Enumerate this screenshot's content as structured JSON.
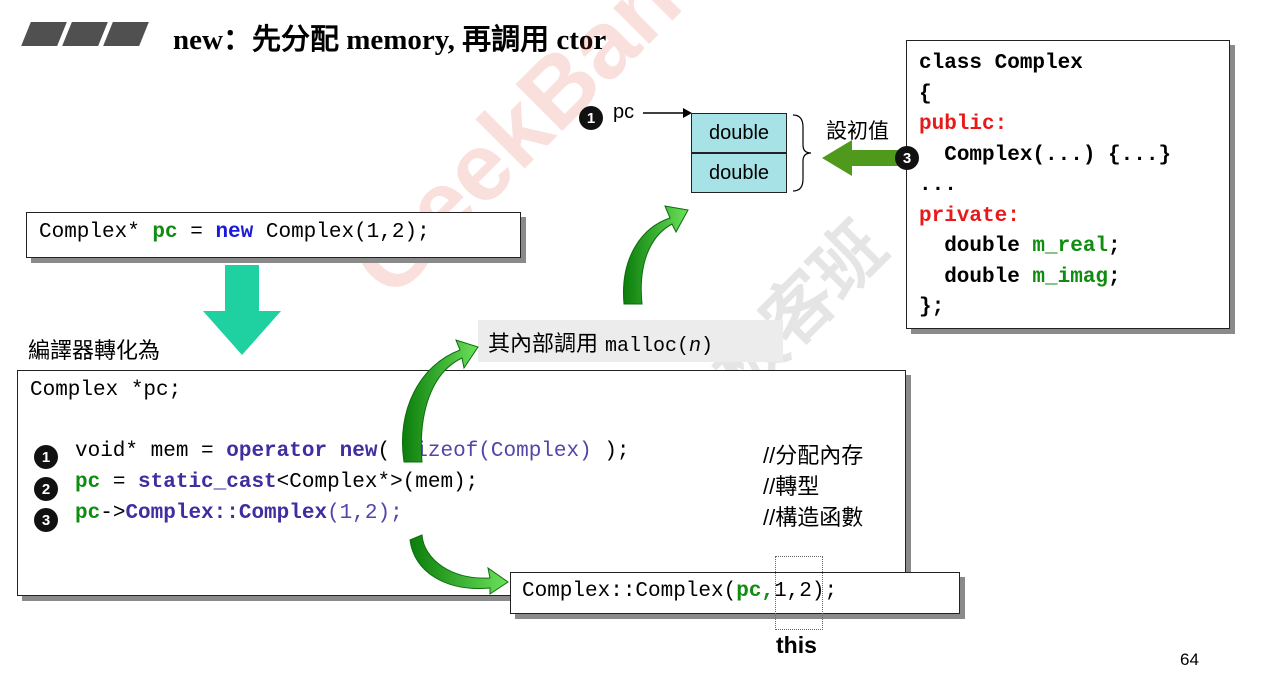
{
  "title": "new：先分配 memory, 再調用 ctor",
  "top_code": {
    "prefix": "Complex* ",
    "var": "pc",
    "eq": " = ",
    "kw_new": "new",
    "suffix": " Complex(1,2);"
  },
  "compiler_label": "編譯器轉化為",
  "internal_call": {
    "label": "其內部調用 ",
    "code": "malloc(",
    "arg": "n",
    "close": ")"
  },
  "main_code": {
    "line0": "Complex *pc;",
    "line1": {
      "num": "1",
      "a": "void* mem = ",
      "kw": "operator new",
      "b": "( ",
      "c": "sizeof(Complex)",
      "d": " );",
      "comment": "//分配內存"
    },
    "line2": {
      "num": "2",
      "var": "pc",
      "a": " = ",
      "kw": "static_cast",
      "b": "<Complex*>(mem);",
      "comment": "//轉型"
    },
    "line3": {
      "num": "3",
      "var": "pc",
      "a": "->",
      "kw": "Complex::Complex",
      "b": "(1,2);",
      "comment": "//構造函數"
    }
  },
  "ctor_call": {
    "a": "Complex::Complex(",
    "var": "pc,",
    "b": "1,2);"
  },
  "this_label": "this",
  "pc_label": {
    "num": "1",
    "text": "pc"
  },
  "memory": {
    "cells": [
      "double",
      "double"
    ],
    "init_label": "設初值"
  },
  "class_code": {
    "l1": "class Complex",
    "l2": "{",
    "l3": "public:",
    "l4_num": "3",
    "l4": "Complex(...) {...}",
    "l5": "...",
    "l6": "private:",
    "l7_type": "  double ",
    "l7_var": "m_real",
    "l7_end": ";",
    "l8_type": "  double ",
    "l8_var": "m_imag",
    "l8_end": ";",
    "l9": "};"
  },
  "page_number": "64",
  "watermark": {
    "text": "GeekBand",
    "text2": "极客班"
  },
  "colors": {
    "green_keyword": "#108d10",
    "blue_keyword": "#1a1ad8",
    "purple_keyword": "#3e2ea0",
    "red_keyword": "#e61a1a",
    "memory_cell": "#a6e2e6",
    "arrow_teal": "#1fd1a0",
    "arrow_green": "#22b822"
  }
}
